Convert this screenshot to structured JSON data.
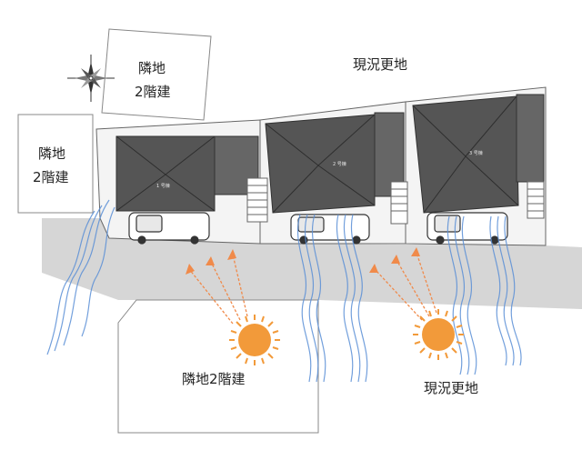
{
  "labels": {
    "neighbor_top": [
      "隣地",
      "2階建"
    ],
    "neighbor_left": [
      "隣地",
      "2階建"
    ],
    "vacant_top": "現況更地",
    "neighbor_bottom": "隣地2階建",
    "vacant_bottom": "現況更地",
    "house_1": "1 号棟",
    "house_2": "2 号棟",
    "house_3": "3 号棟"
  },
  "icons": {
    "compass": "compass-rose-icon",
    "sun": "sun-icon",
    "wind": "wind-flow-icon",
    "light": "sunlight-arrow-icon",
    "car": "car-icon"
  },
  "colors": {
    "road": "#d6d6d6",
    "roof": "#555555",
    "lot": "#f4f4f4",
    "wind": "#5a8fd6",
    "sun": "#f29a3a",
    "arrow": "#f08a4a"
  }
}
